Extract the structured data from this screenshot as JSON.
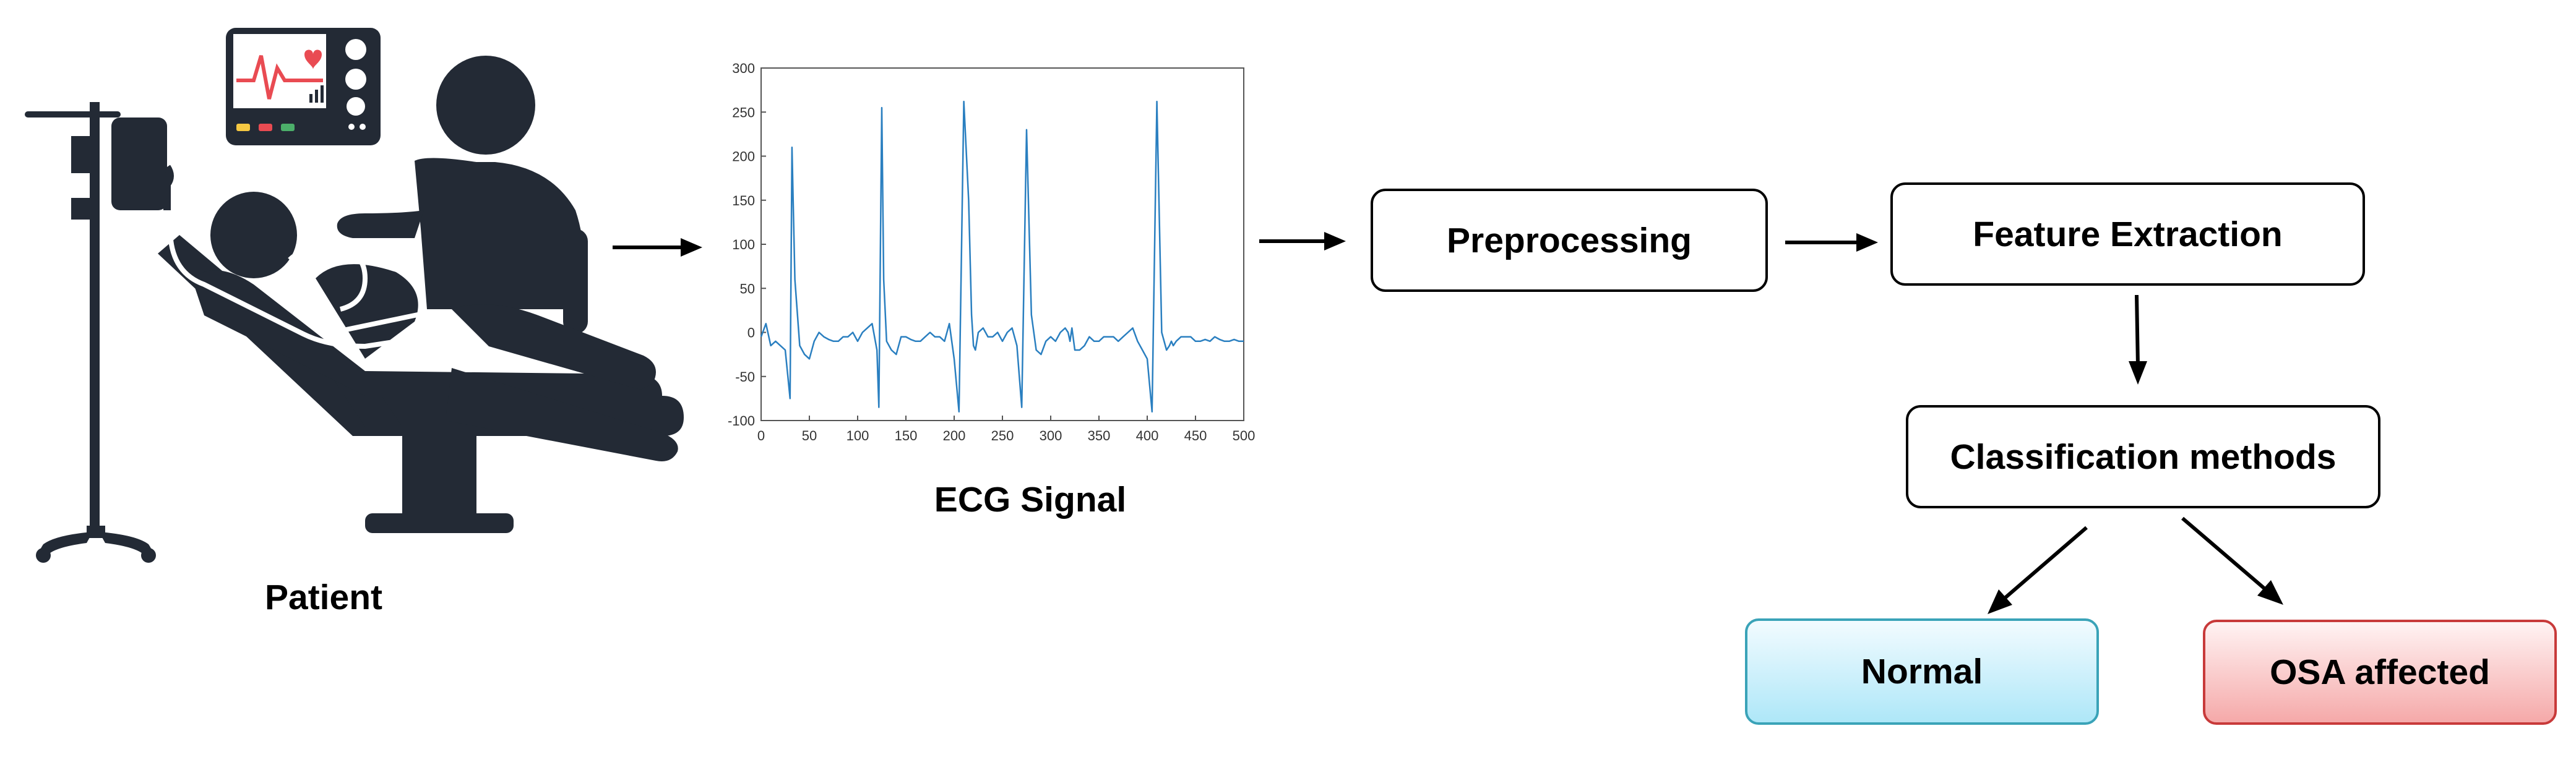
{
  "labels": {
    "patient": "Patient",
    "ecg_signal": "ECG Signal"
  },
  "boxes": {
    "preprocessing": "Preprocessing",
    "feature_extraction": "Feature Extraction",
    "classification": "Classification methods",
    "normal": "Normal",
    "osa_affected": "OSA affected"
  },
  "colors": {
    "icon": "#232a35",
    "ecg_line": "#2a7fc0",
    "normal_fill": "#aee7f8",
    "normal_border": "#3aa3b8",
    "osa_fill": "#f5a9a9",
    "osa_border": "#c83a3a"
  },
  "chart_data": {
    "type": "line",
    "title": "",
    "xlabel": "",
    "ylabel": "",
    "xlim": [
      0,
      500
    ],
    "ylim": [
      -100,
      300
    ],
    "x_ticks": [
      0,
      50,
      100,
      150,
      200,
      250,
      300,
      350,
      400,
      450,
      500
    ],
    "y_ticks": [
      -100,
      -50,
      0,
      50,
      100,
      150,
      200,
      250,
      300
    ],
    "series": [
      {
        "x": [
          0,
          5,
          10,
          15,
          20,
          25,
          30,
          32,
          35,
          40,
          45,
          50,
          55,
          60,
          65,
          70,
          75,
          80,
          85,
          90,
          95,
          100,
          105,
          110,
          115,
          120,
          122,
          125,
          127,
          130,
          135,
          140,
          145,
          150,
          155,
          160,
          165,
          170,
          175,
          180,
          185,
          190,
          195,
          200,
          205,
          210,
          215,
          218,
          220,
          222,
          225,
          230,
          235,
          240,
          245,
          250,
          255,
          260,
          265,
          270,
          275,
          280,
          285,
          290,
          295,
          300,
          305,
          310,
          315,
          318,
          320,
          322,
          325,
          330,
          335,
          340,
          345,
          350,
          355,
          360,
          365,
          370,
          375,
          380,
          385,
          390,
          395,
          400,
          405,
          410,
          415,
          420,
          423,
          425,
          427,
          430,
          435,
          440,
          445,
          450,
          455,
          460,
          465,
          470,
          475,
          480,
          485,
          490,
          495,
          500
        ],
        "y": [
          -5,
          10,
          -15,
          -10,
          -15,
          -20,
          -75,
          210,
          60,
          -15,
          -25,
          -30,
          -10,
          0,
          -5,
          -8,
          -10,
          -10,
          -5,
          -5,
          0,
          -10,
          0,
          5,
          10,
          -20,
          -85,
          255,
          60,
          -10,
          -20,
          -25,
          -5,
          -5,
          -8,
          -10,
          -10,
          -5,
          0,
          -5,
          -5,
          -10,
          10,
          -30,
          -90,
          262,
          150,
          20,
          -15,
          -20,
          0,
          5,
          -5,
          -5,
          0,
          -10,
          0,
          5,
          -15,
          -85,
          230,
          20,
          -20,
          -25,
          -10,
          -5,
          -10,
          0,
          5,
          0,
          -10,
          5,
          -20,
          -20,
          -15,
          -5,
          -10,
          -10,
          -5,
          -5,
          -5,
          -10,
          -5,
          0,
          5,
          -10,
          -20,
          -30,
          -90,
          262,
          0,
          -20,
          -15,
          -10,
          -15,
          -10,
          -5,
          -5,
          -5,
          -10,
          -10,
          -8,
          -10,
          -5,
          -8,
          -10,
          -10,
          -8,
          -10,
          -10
        ]
      }
    ]
  }
}
